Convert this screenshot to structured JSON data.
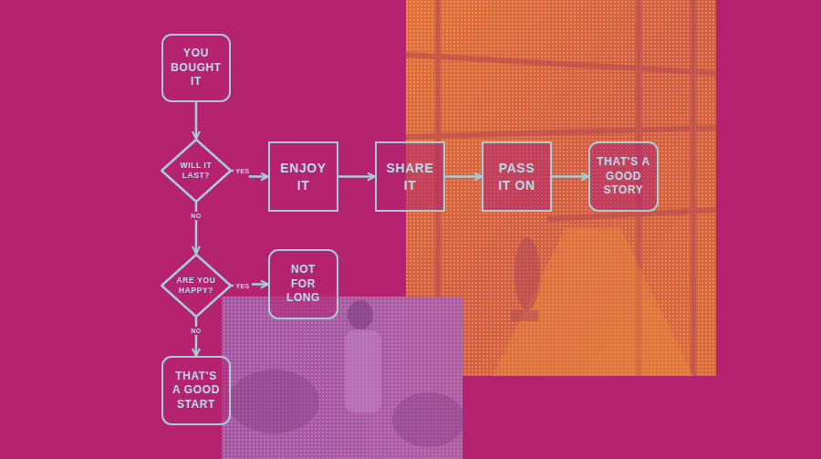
{
  "diagram": {
    "nodes": [
      {
        "text": [
          "YOU BOUGHT IT"
        ]
      },
      {
        "text": [
          "WILL IT LAST?"
        ]
      },
      {
        "text": [
          "ENJOY IT"
        ]
      },
      {
        "text": [
          "SHARE IT"
        ]
      },
      {
        "text": [
          "PASS IT ON"
        ]
      },
      {
        "text": [
          "THAT'S A GOOD STORY"
        ]
      },
      {
        "text": [
          "ARE YOU HAPPY?"
        ]
      },
      {
        "text": [
          "NOT FOR LONG"
        ]
      },
      {
        "text": [
          "THAT'S A GOOD START"
        ]
      }
    ],
    "edges": [
      {
        "from": 0,
        "to": 1,
        "arrow": "to"
      },
      {
        "from": 1,
        "to": 2,
        "label": "YES",
        "arrow": "to"
      },
      {
        "from": 2,
        "to": 3,
        "arrow": "to"
      },
      {
        "from": 3,
        "to": 4,
        "arrow": "to"
      },
      {
        "from": 4,
        "to": 5,
        "arrow": "to"
      },
      {
        "from": 1,
        "to": 6,
        "label": "NO",
        "arrow": "to"
      },
      {
        "from": 6,
        "to": 7,
        "label": "YES",
        "arrow": "to"
      },
      {
        "from": 6,
        "to": 8,
        "label": "NO",
        "arrow": "to"
      }
    ]
  }
}
